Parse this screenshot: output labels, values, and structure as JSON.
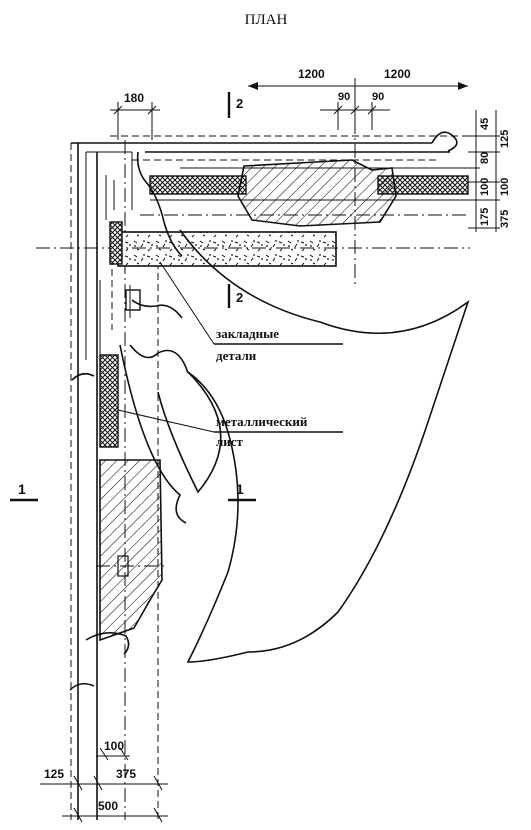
{
  "title": "ПЛАН",
  "labels": {
    "embedded_parts_line1": "закладные",
    "embedded_parts_line2": "детали",
    "metal_sheet_line1": "металлический",
    "metal_sheet_line2": "лист"
  },
  "section_marks": {
    "section1_left": "1",
    "section1_right": "1",
    "section2_top": "2",
    "section2_bottom": "2"
  },
  "dimensions": {
    "top_span_left": "1200",
    "top_span_right": "1200",
    "top_90_left": "90",
    "top_90_right": "90",
    "top_180": "180",
    "right_45": "45",
    "right_125": "125",
    "right_80": "80",
    "right_100a": "100",
    "right_100b": "100",
    "right_175": "175",
    "right_375": "375",
    "bottom_100": "100",
    "bottom_125": "125",
    "bottom_375": "375",
    "bottom_500": "500"
  },
  "colors": {
    "ink": "#111111",
    "paper": "#ffffff"
  }
}
